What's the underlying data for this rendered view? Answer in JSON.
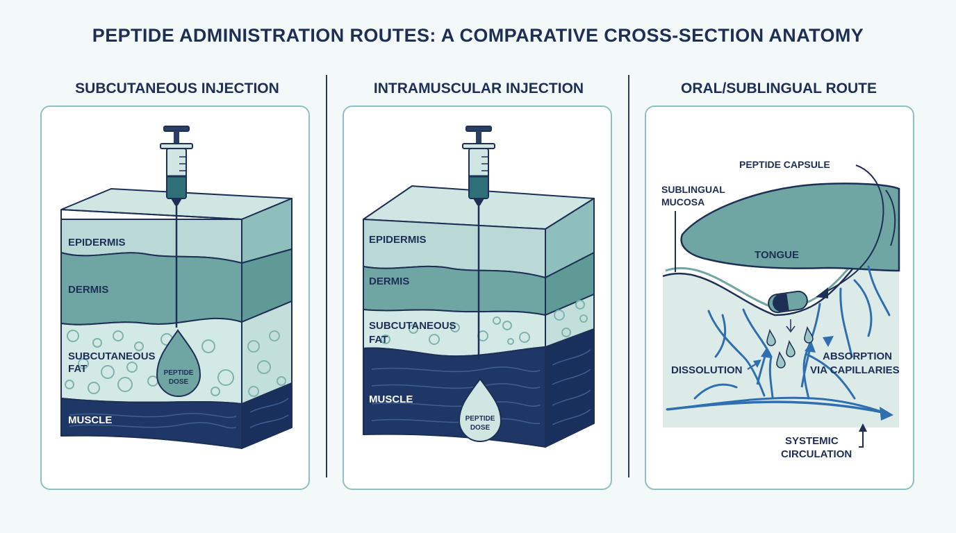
{
  "title": "PEPTIDE ADMINISTRATION ROUTES: A COMPARATIVE CROSS-SECTION ANATOMY",
  "panels": [
    {
      "title": "SUBCUTANEOUS INJECTION",
      "labels": {
        "epidermis": "EPIDERMIS",
        "dermis": "DERMIS",
        "fat_line1": "SUBCUTANEOUS",
        "fat_line2": "FAT",
        "muscle": "MUSCLE",
        "dose_line1": "PEPTIDE",
        "dose_line2": "DOSE"
      }
    },
    {
      "title": "INTRAMUSCULAR INJECTION",
      "labels": {
        "epidermis": "EPIDERMIS",
        "dermis": "DERMIS",
        "fat_line1": "SUBCUTANEOUS",
        "fat_line2": "FAT",
        "muscle": "MUSCLE",
        "dose_line1": "PEPTIDE",
        "dose_line2": "DOSE"
      }
    },
    {
      "title": "ORAL/SUBLINGUAL ROUTE",
      "labels": {
        "capsule": "PEPTIDE CAPSULE",
        "mucosa_line1": "SUBLINGUAL",
        "mucosa_line2": "MUCOSA",
        "tongue": "TONGUE",
        "dissolution": "DISSOLUTION",
        "absorption_line1": "ABSORPTION",
        "absorption_line2": "VIA CAPILLARIES",
        "circulation_line1": "SYSTEMIC",
        "circulation_line2": "CIRCULATION"
      }
    }
  ],
  "colors": {
    "navy": "#1d2f54",
    "epidermis": "#b9d8d6",
    "dermis": "#6fa6a3",
    "fat": "#d3e9e5",
    "muscle": "#1f3766",
    "panel_border": "#8fc0bf",
    "vessel": "#2f6fb0"
  }
}
